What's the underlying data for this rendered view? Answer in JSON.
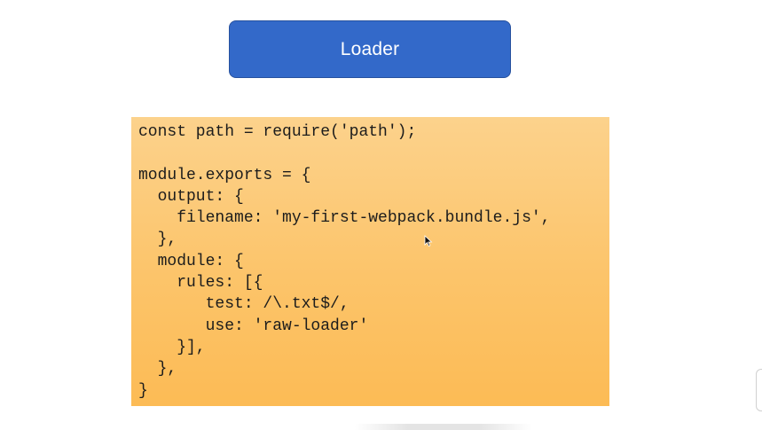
{
  "slide": {
    "title": "Loader",
    "code_lines": [
      "const path = require('path');",
      "",
      "module.exports = {",
      "  output: {",
      "    filename: 'my-first-webpack.bundle.js',",
      "  },",
      "  module: {",
      "    rules: [{",
      "       test: /\\.txt$/,",
      "       use: 'raw-loader'",
      "    }],",
      "  },",
      "}"
    ]
  },
  "colors": {
    "title_box": "#3369c9",
    "code_panel": "#fcc46a",
    "code_text": "#1c1c1c"
  },
  "icons": {
    "cursor": "mouse-pointer-icon"
  }
}
